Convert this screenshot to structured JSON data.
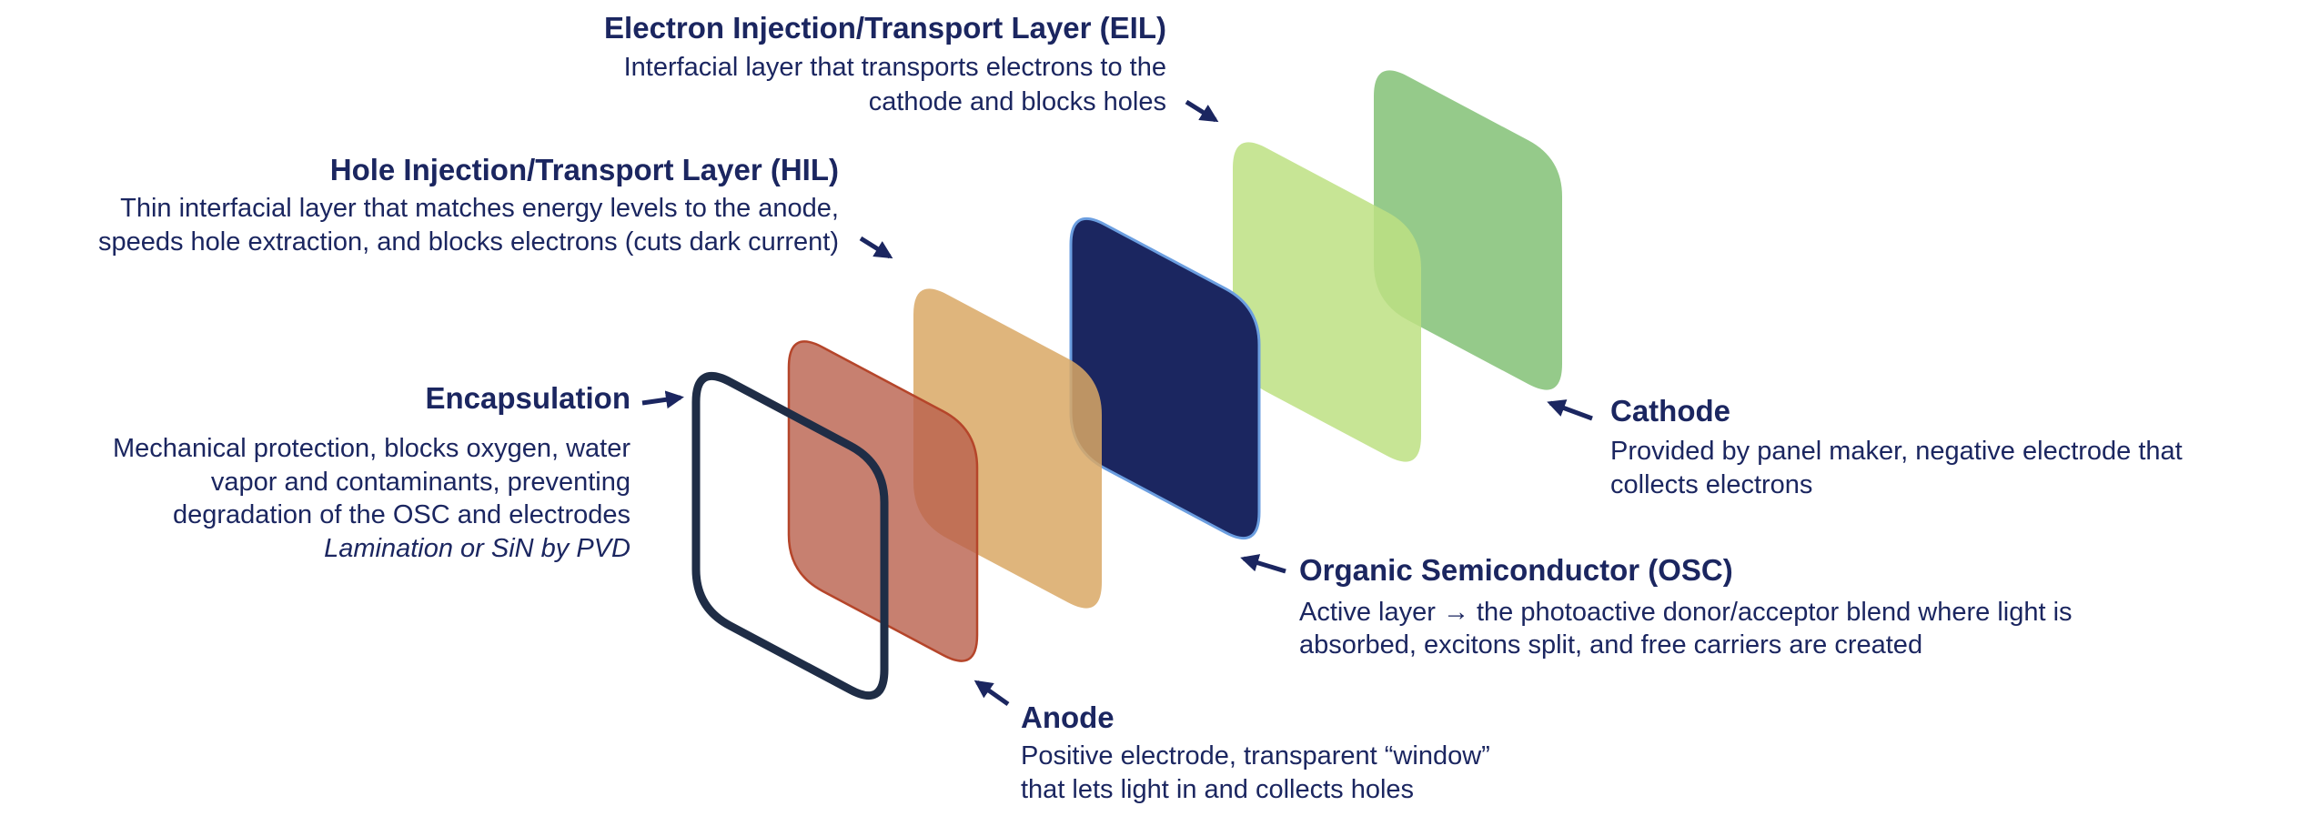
{
  "colors": {
    "text": "#1b2660",
    "encapsulation_stroke": "#1f2d46",
    "anode_fill": "#b9604c",
    "anode_stroke": "#b5452a",
    "hil_fill": "#d9a865",
    "osc_fill": "#1b2660",
    "osc_stroke": "#6b9ee0",
    "eil_fill": "#bde082",
    "cathode_fill": "#86c37a"
  },
  "labels": {
    "eil": {
      "title": "Electron Injection/Transport Layer (EIL)",
      "lines": [
        "Interfacial layer that transports electrons to the",
        "cathode and blocks holes"
      ]
    },
    "hil": {
      "title": "Hole Injection/Transport Layer (HIL)",
      "lines": [
        "Thin interfacial layer that matches energy levels to the anode,",
        "speeds hole extraction, and blocks electrons (cuts dark current)"
      ]
    },
    "encapsulation": {
      "title": "Encapsulation",
      "lines": [
        "Mechanical protection, blocks oxygen, water",
        "vapor and contaminants, preventing",
        "degradation of the OSC and electrodes"
      ],
      "note": "Lamination or SiN by PVD"
    },
    "cathode": {
      "title": "Cathode",
      "lines": [
        "Provided by panel maker, negative electrode that",
        "collects electrons"
      ]
    },
    "osc": {
      "title": "Organic Semiconductor (OSC)",
      "lines": [
        "Active layer → the photoactive donor/acceptor blend where light is",
        "absorbed, excitons split, and free carriers are created"
      ]
    },
    "anode": {
      "title": "Anode",
      "lines": [
        "Positive electrode, transparent “window”",
        "that lets light in and collects holes"
      ]
    }
  }
}
